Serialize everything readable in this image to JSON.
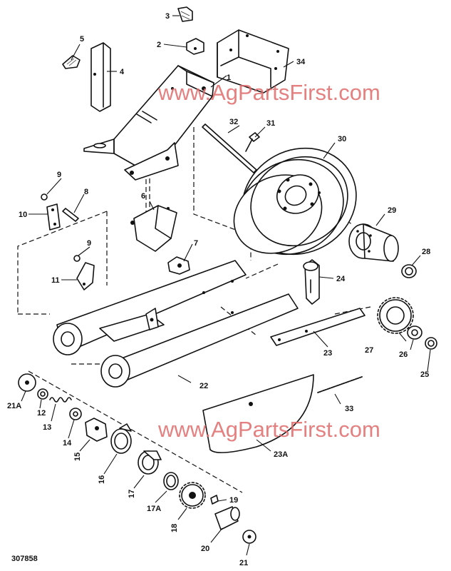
{
  "watermark": {
    "top_text": "www.AgPartsFirst.com",
    "bottom_text": "www.AgPartsFirst.com",
    "color": "#e06a6a"
  },
  "figure_number": "307858",
  "callouts": {
    "c1": "1",
    "c2": "2",
    "c3": "3",
    "c4": "4",
    "c5": "5",
    "c6": "6",
    "c7": "7",
    "c8": "8",
    "c9a": "9",
    "c9b": "9",
    "c10": "10",
    "c11": "11",
    "c12": "12",
    "c13": "13",
    "c14": "14",
    "c15": "15",
    "c16": "16",
    "c17": "17",
    "c17a": "17A",
    "c18": "18",
    "c19": "19",
    "c20": "20",
    "c21": "21",
    "c21a": "21A",
    "c22": "22",
    "c23": "23",
    "c23a": "23A",
    "c24": "24",
    "c25": "25",
    "c26": "26",
    "c27": "27",
    "c28": "28",
    "c29": "29",
    "c30": "30",
    "c31": "31",
    "c32": "32",
    "c33": "33",
    "c34": "34"
  }
}
